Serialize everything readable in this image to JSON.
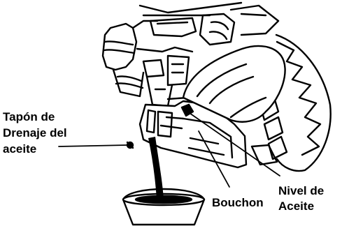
{
  "labels": {
    "drain_plug": [
      "Tapón de",
      "Drenaje del",
      "aceite"
    ],
    "bouchon": "Bouchon",
    "oil_level": [
      "Nivel de",
      "Aceite"
    ]
  },
  "colors": {
    "ink": "#000000",
    "paper": "#ffffff"
  }
}
